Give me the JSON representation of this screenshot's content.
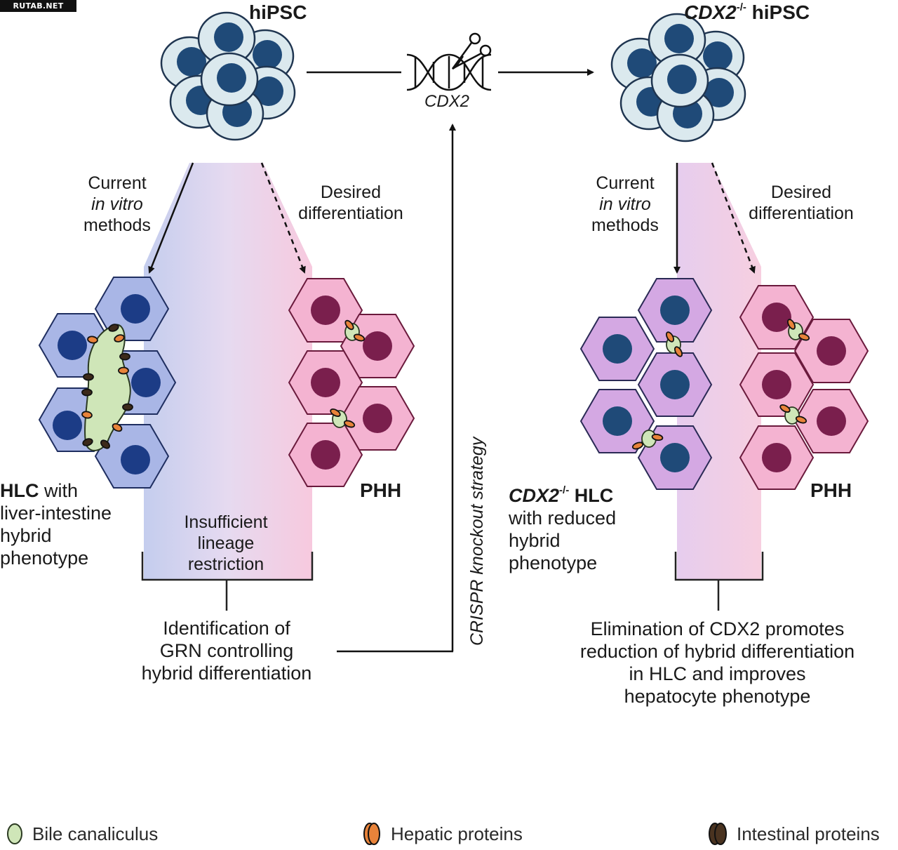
{
  "watermark": "RUTAB.NET",
  "left_panel": {
    "title": "hiPSC",
    "current_label": [
      "Current",
      "in vitro",
      "methods"
    ],
    "desired_label": [
      "Desired",
      "differentiation"
    ],
    "hlc_label": {
      "bold": "HLC",
      "rest": " with",
      "lines": [
        "liver-intestine",
        "hybrid",
        "phenotype"
      ]
    },
    "phh_label": "PHH",
    "restriction_label": [
      "Insufficient",
      "lineage",
      "restriction"
    ],
    "grn_label": [
      "Identification of",
      "GRN controlling",
      "hybrid differentiation"
    ]
  },
  "center": {
    "gene_label": "CDX2",
    "strategy_label": "CRISPR knockout strategy"
  },
  "right_panel": {
    "title_gene": "CDX2",
    "title_sup": "-/-",
    "title_rest": " hiPSC",
    "current_label": [
      "Current",
      "in vitro",
      "methods"
    ],
    "desired_label": [
      "Desired",
      "differentiation"
    ],
    "hlc_label": {
      "gene": "CDX2",
      "sup": "-/-",
      "bold": " HLC",
      "lines": [
        "with reduced",
        "hybrid",
        "phenotype"
      ]
    },
    "phh_label": "PHH",
    "result_label": [
      "Elimination of CDX2 promotes",
      "reduction of hybrid differentiation",
      "in HLC and improves",
      "hepatocyte phenotype"
    ]
  },
  "legend": [
    {
      "label": "Bile canaliculus",
      "icon": "bile-canaliculus-icon"
    },
    {
      "label": "Hepatic proteins",
      "icon": "hepatic-protein-icon"
    },
    {
      "label": "Intestinal proteins",
      "icon": "intestinal-protein-icon"
    }
  ],
  "colors": {
    "stem_cell_fill": "#dbe9ee",
    "nucleus_blue": "#1f4a78",
    "hlc_hex_fill": "#a9b6e6",
    "hlc_nucleus": "#1c3c86",
    "ko_hlc_hex_fill": "#d4a8e3",
    "phh_hex_fill": "#f4b3d1",
    "phh_nucleus": "#7a1f4d",
    "bile_green": "#cfe6b8",
    "hepatic_orange": "#e8833a",
    "intestinal_brown": "#3c2a1a"
  }
}
